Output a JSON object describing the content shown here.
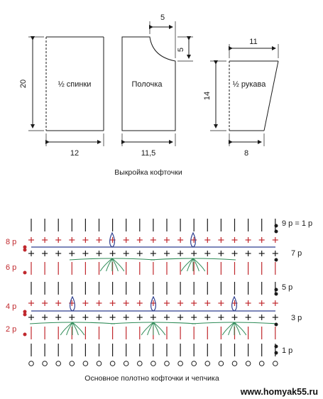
{
  "pattern": {
    "caption": "Выкройка кофточки",
    "back": {
      "label": "½ спинки",
      "height": "20",
      "width": "12"
    },
    "front": {
      "label": "Полочка",
      "neck_width": "5",
      "neck_depth": "5",
      "width": "11,5"
    },
    "sleeve": {
      "label": "½ рукава",
      "top_width": "11",
      "height": "14",
      "bottom_width": "8"
    }
  },
  "stitch_chart": {
    "caption": "Основное полотно кофточки и чепчика",
    "left_rows": [
      {
        "label": "8 р",
        "color": "#c0282d"
      },
      {
        "label": "6 р",
        "color": "#c0282d"
      },
      {
        "label": "4 р",
        "color": "#c0282d"
      },
      {
        "label": "2 р",
        "color": "#c0282d"
      }
    ],
    "right_rows": [
      {
        "label": "9 р = 1 р",
        "color": "#1a1a1a"
      },
      {
        "label": "7 р",
        "color": "#1a1a1a"
      },
      {
        "label": "5 р",
        "color": "#1a1a1a"
      },
      {
        "label": "3 р",
        "color": "#1a1a1a"
      },
      {
        "label": "1 р",
        "color": "#1a1a1a"
      }
    ],
    "colors": {
      "red": "#c0282d",
      "blue": "#2f3f8f",
      "green": "#2e8b57",
      "black": "#1a1a1a"
    }
  },
  "watermark": "www.homyak55.ru"
}
